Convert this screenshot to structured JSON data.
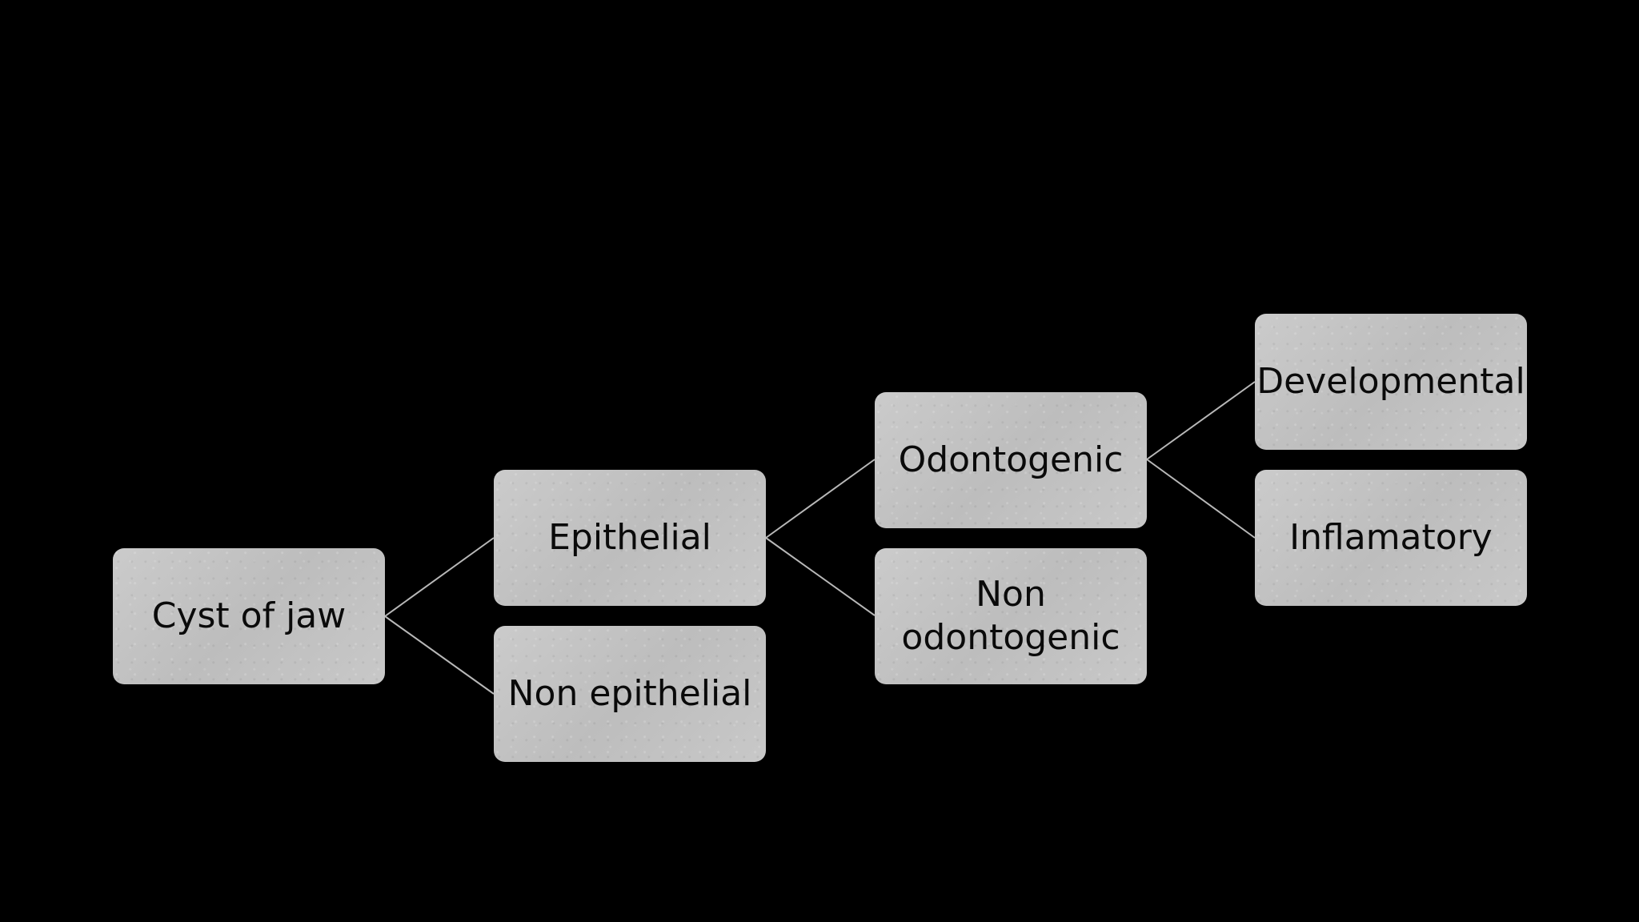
{
  "diagram": {
    "nodes": {
      "root": "Cyst of jaw",
      "epithelial": "Epithelial",
      "non_epithelial": "Non epithelial",
      "odontogenic": "Odontogenic",
      "non_odontogenic": "Non odontogenic",
      "developmental": "Developmental",
      "inflamatory": "Inflamatory"
    },
    "edges": [
      [
        "root",
        "epithelial"
      ],
      [
        "root",
        "non_epithelial"
      ],
      [
        "epithelial",
        "odontogenic"
      ],
      [
        "epithelial",
        "non_odontogenic"
      ],
      [
        "odontogenic",
        "developmental"
      ],
      [
        "odontogenic",
        "inflamatory"
      ]
    ],
    "colors": {
      "background": "#000000",
      "node_fill": "#c4c4c4",
      "connector": "#b8b8b8",
      "text": "#0a0a0a"
    }
  }
}
